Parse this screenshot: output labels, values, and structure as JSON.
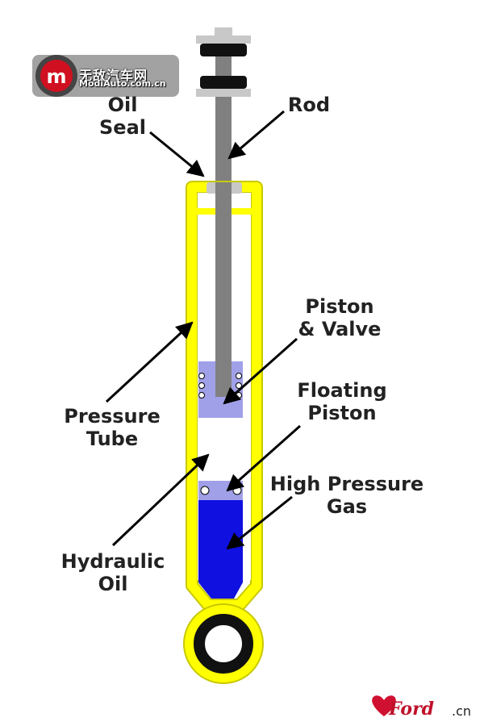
{
  "labels": {
    "oil_seal_1": "Oil",
    "oil_seal_2": "Seal",
    "rod": "Rod",
    "piston_valve_1": "Piston",
    "piston_valve_2": "& Valve",
    "floating_piston_1": "Floating",
    "floating_piston_2": "Piston",
    "pressure_tube_1": "Pressure",
    "pressure_tube_2": "Tube",
    "high_pressure_gas_1": "High Pressure",
    "high_pressure_gas_2": "Gas",
    "hydraulic_oil_1": "Hydraulic",
    "hydraulic_oil_2": "Oil"
  },
  "watermark_top": {
    "cn": "无敌汽车网",
    "url": "ModiAuto.com.cn"
  },
  "watermark_bottom": {
    "brand": "Ford",
    "suffix": ".cn"
  },
  "colors": {
    "tube": "#ffff00",
    "tube_outline": "#c8c800",
    "rod": "#808080",
    "piston": "#a0a0e8",
    "gas": "#1010e0",
    "seal": "#c8c8c8",
    "text": "#222222"
  }
}
